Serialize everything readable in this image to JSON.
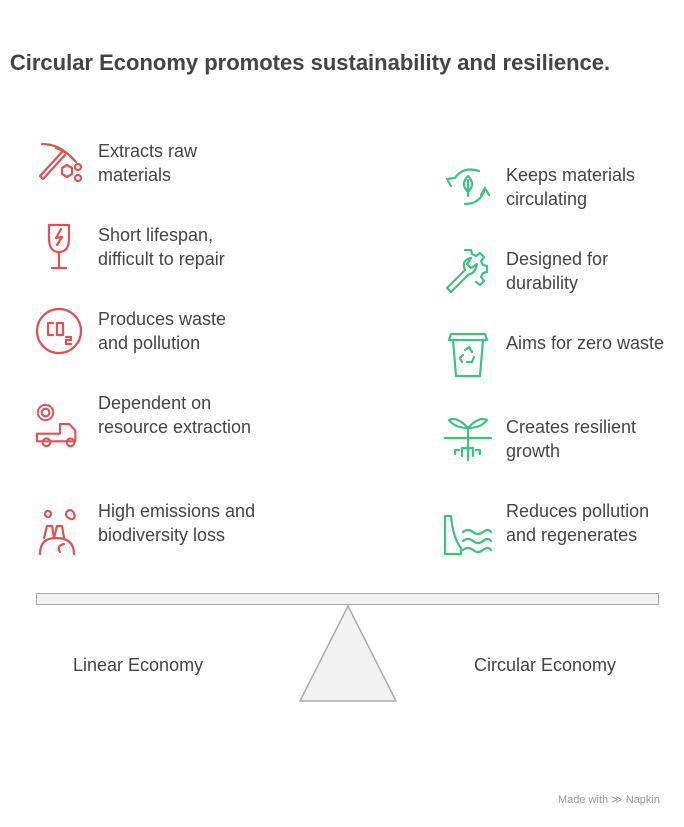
{
  "title": "Circular Economy promotes sustainability and resilience.",
  "linear": {
    "label": "Linear Economy",
    "color": "#e05252",
    "items": [
      {
        "icon": "pickaxe-icon",
        "text": "Extracts raw materials"
      },
      {
        "icon": "broken-glass-icon",
        "text": "Short lifespan, difficult to repair"
      },
      {
        "icon": "co2-icon",
        "text": "Produces waste and pollution"
      },
      {
        "icon": "truck-gear-icon",
        "text": "Dependent on resource extraction"
      },
      {
        "icon": "factory-emissions-icon",
        "text": "High emissions and biodiversity loss"
      }
    ]
  },
  "circular": {
    "label": "Circular Economy",
    "color": "#3cc47c",
    "items": [
      {
        "icon": "leaf-cycle-icon",
        "text": "Keeps materials circulating"
      },
      {
        "icon": "wrench-gear-icon",
        "text": "Designed for durability"
      },
      {
        "icon": "recycle-bin-icon",
        "text": "Aims for zero waste"
      },
      {
        "icon": "sprout-icon",
        "text": "Creates resilient growth"
      },
      {
        "icon": "dam-water-icon",
        "text": "Reduces pollution and regenerates"
      }
    ]
  },
  "footer": "Made with ≫ Napkin"
}
